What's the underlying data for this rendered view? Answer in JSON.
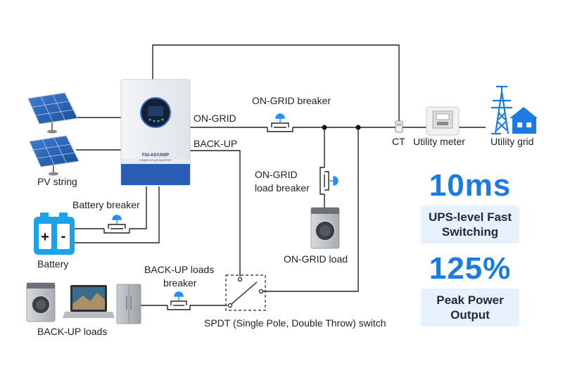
{
  "labels": {
    "on_grid": "ON-GRID",
    "back_up": "BACK-UP",
    "on_grid_breaker": "ON-GRID breaker",
    "on_grid_load_breaker_1": "ON-GRID",
    "on_grid_load_breaker_2": "load breaker",
    "on_grid_load": "ON-GRID load",
    "ct": "CT",
    "utility_meter": "Utility meter",
    "utility_grid": "Utility grid",
    "pv_string": "PV string",
    "battery_breaker": "Battery breaker",
    "battery": "Battery",
    "backup_loads_breaker_1": "BACK-UP loads",
    "backup_loads_breaker_2": "breaker",
    "backup_loads": "BACK-UP loads",
    "spdt_switch": "SPDT (Single Pole, Double Throw) switch",
    "inverter_model": "FGI-ASY200P",
    "inverter_sub": "HYBRID SOLAR INVERTER"
  },
  "stats": {
    "switch_time": "10ms",
    "switch_caption_1": "UPS-level Fast",
    "switch_caption_2": "Switching",
    "peak_power": "125%",
    "peak_caption_1": "Peak Power",
    "peak_caption_2": "Output"
  },
  "colors": {
    "accent_blue": "#1b7be3",
    "inverter_blue": "#2a5db5",
    "breaker_blue": "#1e90ff",
    "battery_blue": "#1aa3e8",
    "badge_bg": "#e7f1fb"
  }
}
